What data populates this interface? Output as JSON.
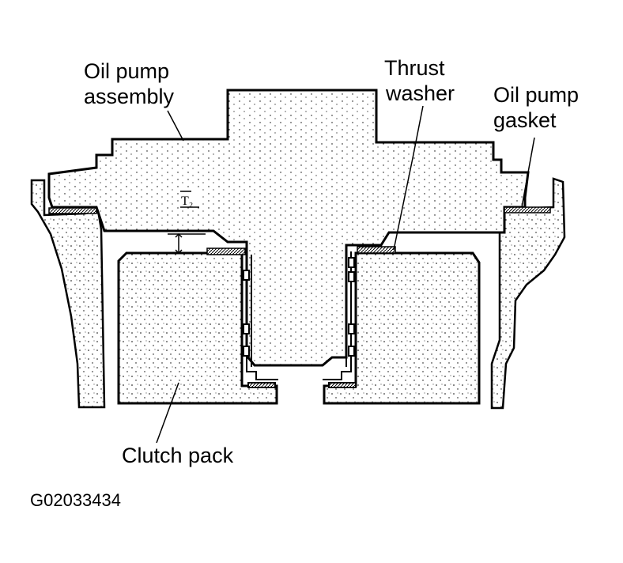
{
  "labels": {
    "oil_pump_assembly_line1": "Oil pump",
    "oil_pump_assembly_line2": "assembly",
    "thrust_washer_line1": "Thrust",
    "thrust_washer_line2": "washer",
    "oil_pump_gasket_line1": "Oil pump",
    "oil_pump_gasket_line2": "gasket",
    "clutch_pack": "Clutch pack",
    "dimension_mark": "T₂"
  },
  "figure_id": "G02033434",
  "colors": {
    "ink": "#000000",
    "fill": "#ffffff",
    "stipple": "#000000"
  }
}
